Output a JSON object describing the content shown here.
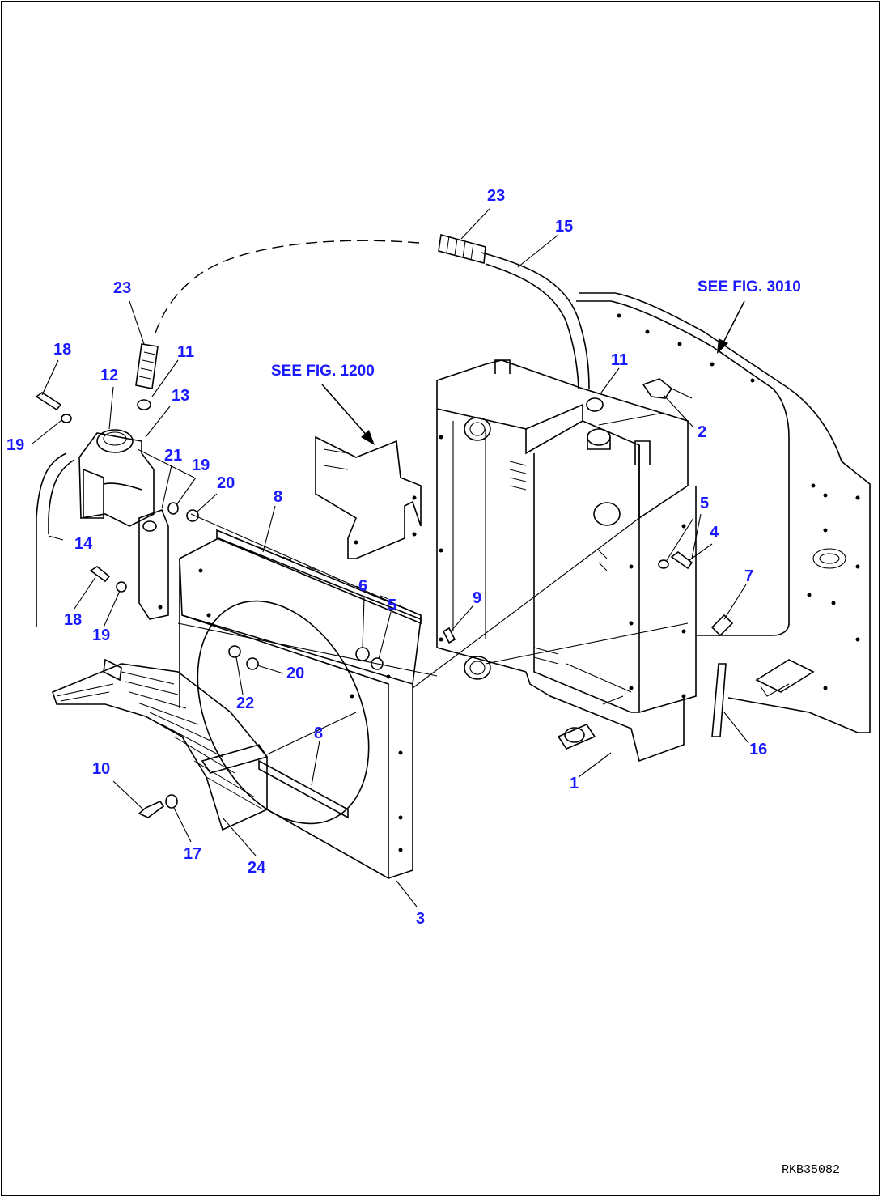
{
  "references": {
    "fig_3010": "SEE FIG. 3010",
    "fig_1200": "SEE FIG. 1200"
  },
  "callouts": {
    "c23a": "23",
    "c15": "15",
    "c23b": "23",
    "c11a": "11",
    "c11b": "11",
    "c18a": "18",
    "c12": "12",
    "c13": "13",
    "c2": "2",
    "c19a": "19",
    "c21": "21",
    "c19b": "19",
    "c20a": "20",
    "c8a": "8",
    "c14": "14",
    "c5a": "5",
    "c4": "4",
    "c7": "7",
    "c6": "6",
    "c5b": "5",
    "c9": "9",
    "c18b": "18",
    "c19c": "19",
    "c20b": "20",
    "c22": "22",
    "c8b": "8",
    "c16": "16",
    "c10": "10",
    "c1": "1",
    "c17": "17",
    "c24": "24",
    "c3": "3"
  },
  "drawing_code": "RKB35082",
  "colors": {
    "callout": "#1a1aff",
    "line": "#000000"
  }
}
